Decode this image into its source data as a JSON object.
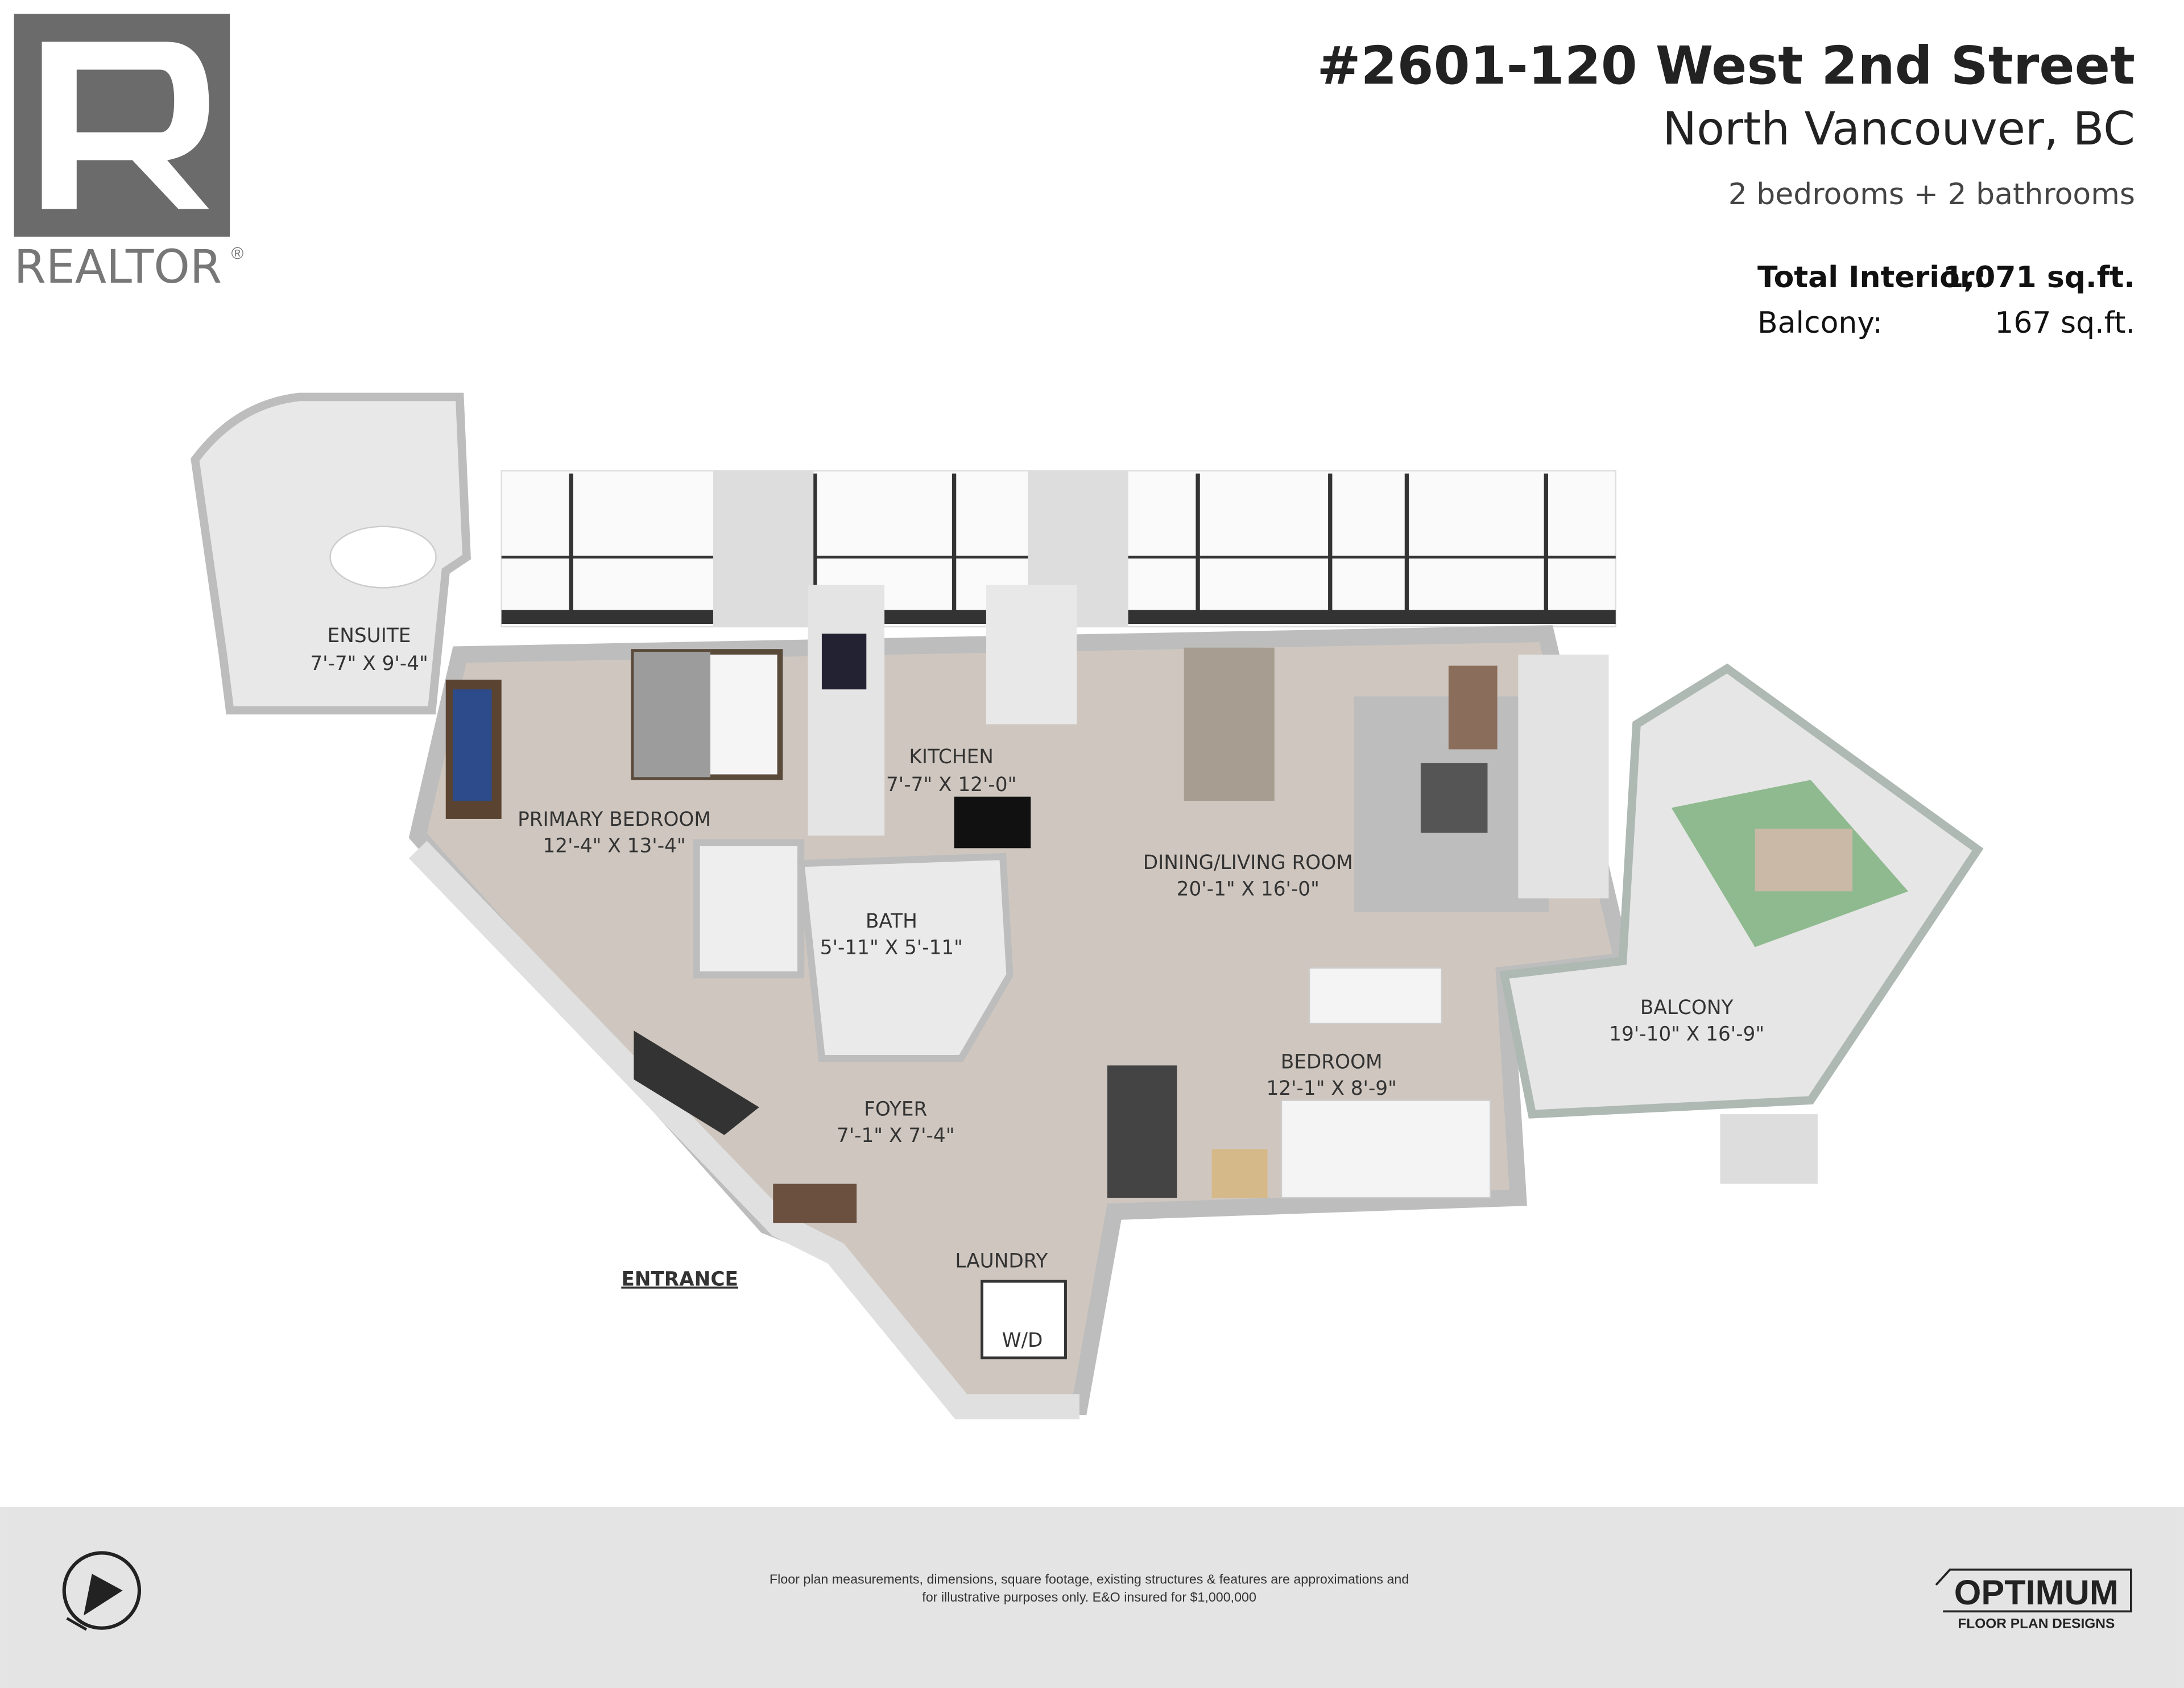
{
  "logo": {
    "text": "REALTOR",
    "mark": "®"
  },
  "header": {
    "address": "#2601-120 West 2nd Street",
    "city": "North Vancouver, BC",
    "summary": "2 bedrooms + 2 bathrooms",
    "total_interior_label": "Total Interior:",
    "total_interior_value": "1,071 sq.ft.",
    "balcony_label": "Balcony:",
    "balcony_value": "167 sq.ft."
  },
  "rooms": [
    {
      "name": "ENSUITE",
      "dims": "7'-7\" X 9'-4\""
    },
    {
      "name": "PRIMARY BEDROOM",
      "dims": "12'-4\" X 13'-4\""
    },
    {
      "name": "KITCHEN",
      "dims": "7'-7\" X 12'-0\""
    },
    {
      "name": "DINING/LIVING ROOM",
      "dims": "20'-1\" X 16'-0\""
    },
    {
      "name": "BATH",
      "dims": "5'-11\" X 5'-11\""
    },
    {
      "name": "BALCONY",
      "dims": "19'-10\" X 16'-9\""
    },
    {
      "name": "BEDROOM",
      "dims": "12'-1\" X 8'-9\""
    },
    {
      "name": "FOYER",
      "dims": "7'-1\" X 7'-4\""
    },
    {
      "name": "LAUNDRY",
      "dims": ""
    }
  ],
  "labels": {
    "wd": "W/D",
    "entrance": "ENTRANCE"
  },
  "footer": {
    "disclaimer_line1": "Floor plan measurements, dimensions, square footage, existing structures & features are approximations and",
    "disclaimer_line2": "for illustrative purposes only.  E&O insured for $1,000,000",
    "brand": "OPTIMUM",
    "brand_sub": "FLOOR PLAN DESIGNS",
    "compass_icon": "north-arrow-icon"
  },
  "colors": {
    "floor": "#cfc7bf",
    "wall": "#bdbdbd",
    "footer_bg": "#e4e4e4",
    "logo": "#6b6b6b"
  }
}
